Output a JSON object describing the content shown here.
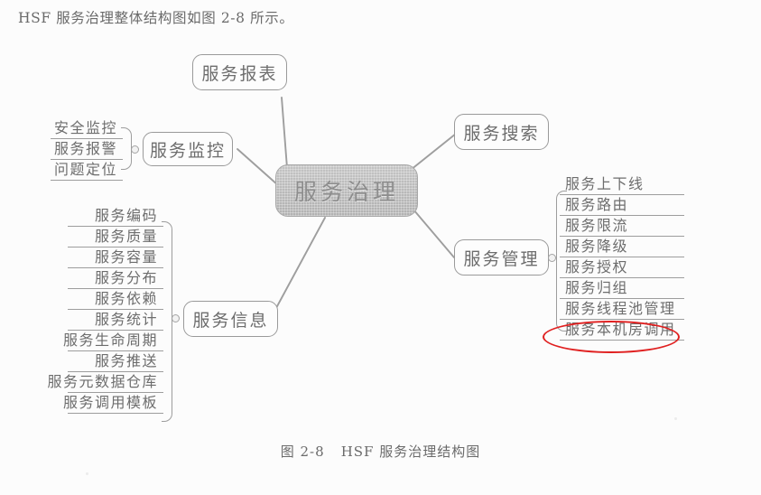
{
  "page": {
    "intro_text": "HSF 服务治理整体结构图如图 2-8 所示。",
    "caption_number": "图 2-8",
    "caption_title": "HSF 服务治理结构图",
    "background_color": "#fcfcfc",
    "ink_color": "#6d6d6d",
    "highlight_color": "#e02020"
  },
  "mindmap": {
    "center": {
      "label": "服务治理",
      "fill_color": "#bdbdbd"
    },
    "branches": {
      "report": {
        "label": "服务报表"
      },
      "monitor": {
        "label": "服务监控",
        "items": [
          {
            "label": "安全监控"
          },
          {
            "label": "服务报警"
          },
          {
            "label": "问题定位"
          }
        ]
      },
      "search": {
        "label": "服务搜索"
      },
      "manage": {
        "label": "服务管理",
        "items": [
          {
            "label": "服务上下线",
            "highlighted": false
          },
          {
            "label": "服务路由",
            "highlighted": false
          },
          {
            "label": "服务限流",
            "highlighted": false
          },
          {
            "label": "服务降级",
            "highlighted": false
          },
          {
            "label": "服务授权",
            "highlighted": false
          },
          {
            "label": "服务归组",
            "highlighted": false
          },
          {
            "label": "服务线程池管理",
            "highlighted": false
          },
          {
            "label": "服务本机房调用",
            "highlighted": true
          }
        ]
      },
      "info": {
        "label": "服务信息",
        "items": [
          {
            "label": "服务编码"
          },
          {
            "label": "服务质量"
          },
          {
            "label": "服务容量"
          },
          {
            "label": "服务分布"
          },
          {
            "label": "服务依赖"
          },
          {
            "label": "服务统计"
          },
          {
            "label": "服务生命周期"
          },
          {
            "label": "服务推送"
          },
          {
            "label": "服务元数据仓库"
          },
          {
            "label": "服务调用模板"
          }
        ]
      }
    }
  }
}
